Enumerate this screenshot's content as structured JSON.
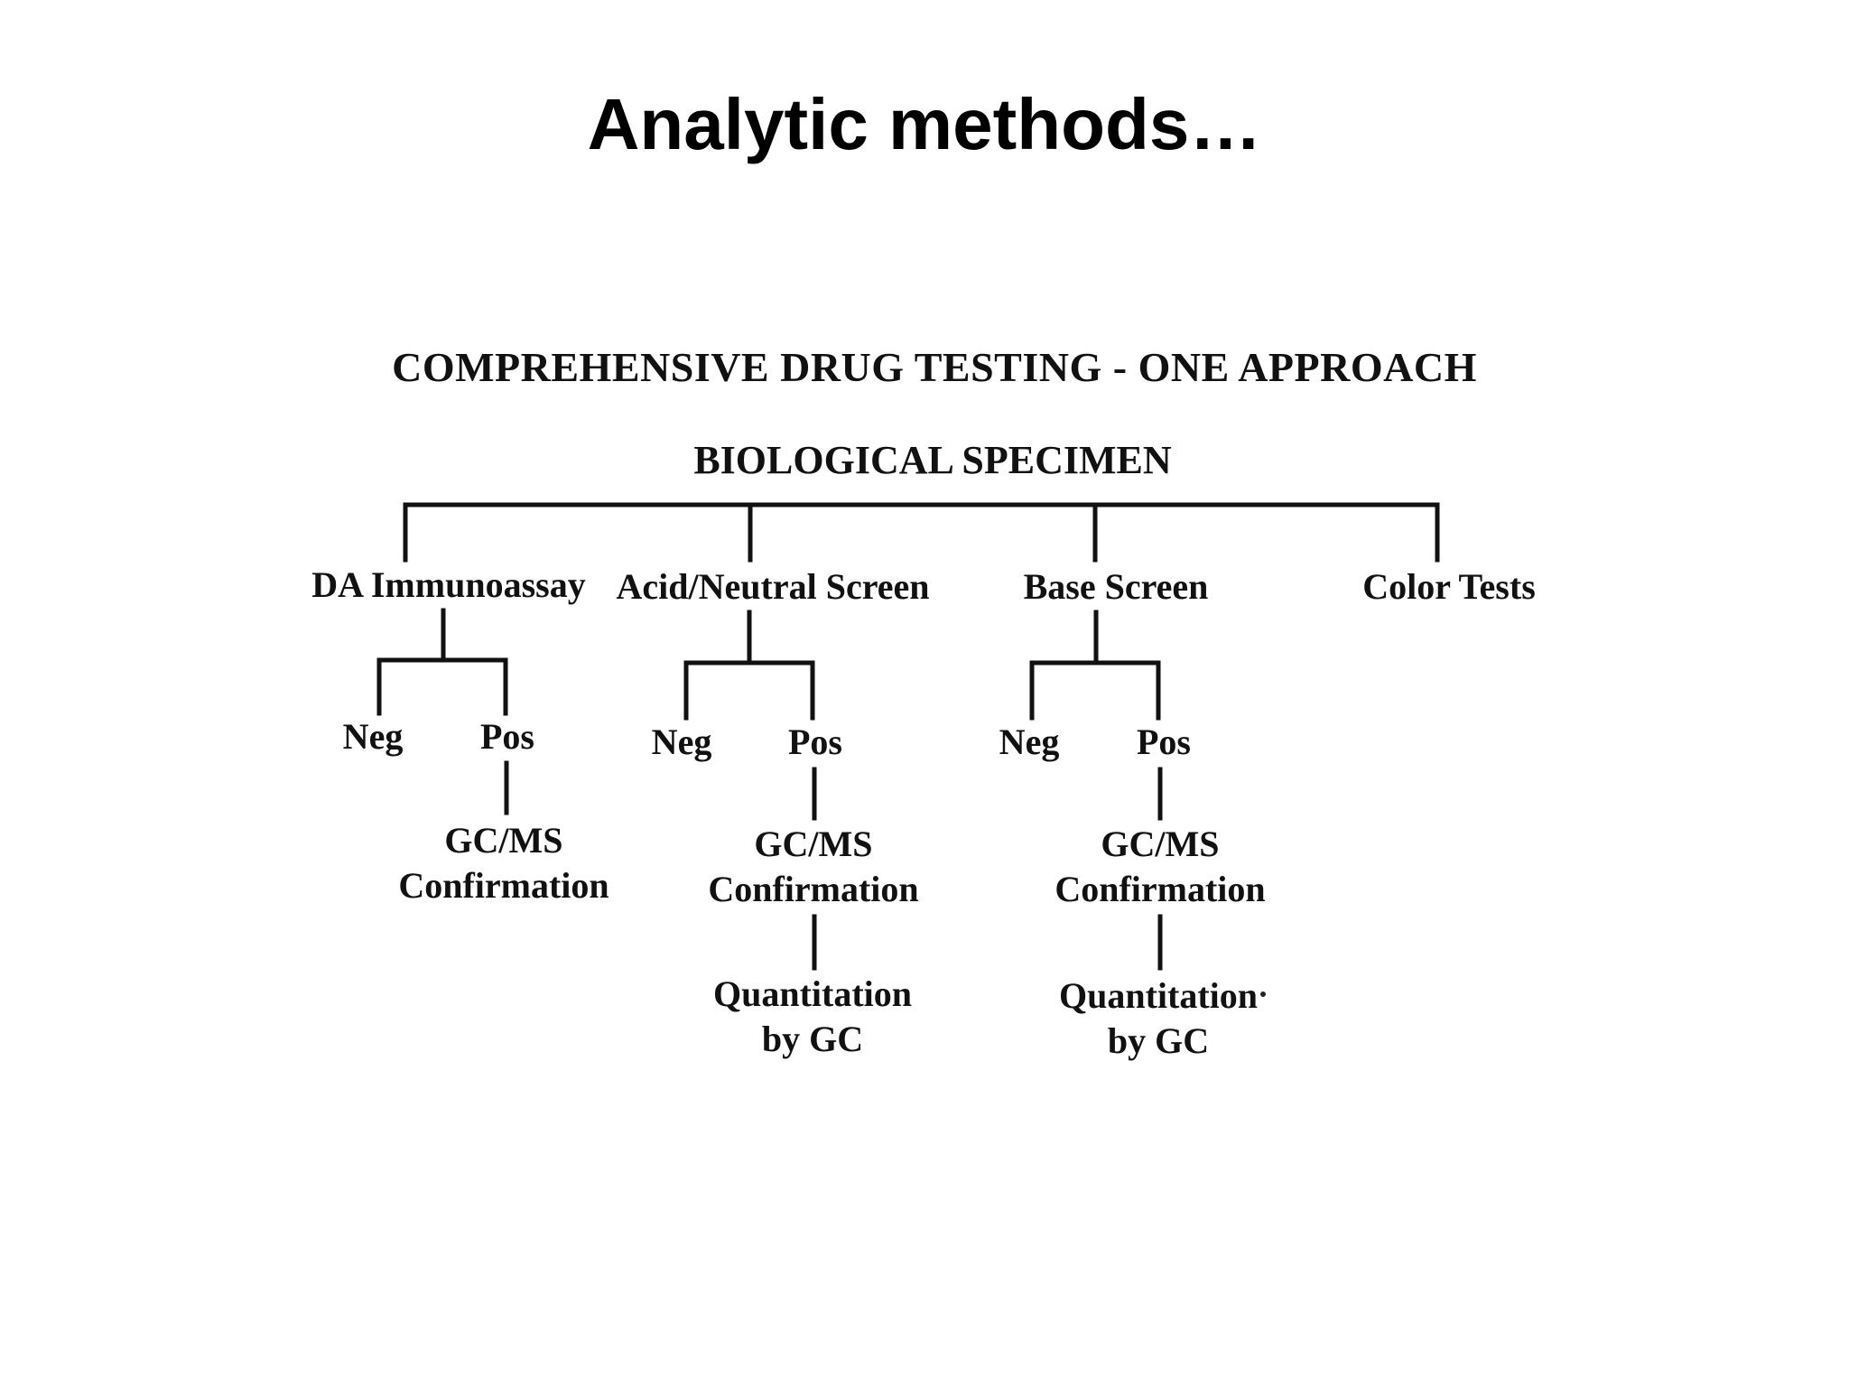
{
  "slide": {
    "title": "Analytic methods…"
  },
  "diagram": {
    "heading": "COMPREHENSIVE DRUG TESTING - ONE APPROACH",
    "root": "BIOLOGICAL SPECIMEN",
    "branches": [
      {
        "label": "DA Immunoassay",
        "neg": "Neg",
        "pos": "Pos",
        "confirm_line1": "GC/MS",
        "confirm_line2": "Confirmation"
      },
      {
        "label": "Acid/Neutral Screen",
        "neg": "Neg",
        "pos": "Pos",
        "confirm_line1": "GC/MS",
        "confirm_line2": "Confirmation",
        "quant_line1": "Quantitation",
        "quant_line2": "by GC"
      },
      {
        "label": "Base Screen",
        "neg": "Neg",
        "pos": "Pos",
        "confirm_line1": "GC/MS",
        "confirm_line2": "Confirmation",
        "quant_line1": "Quantitation",
        "quant_line2": "by GC"
      },
      {
        "label": "Color Tests"
      }
    ],
    "stray_mark": "."
  }
}
